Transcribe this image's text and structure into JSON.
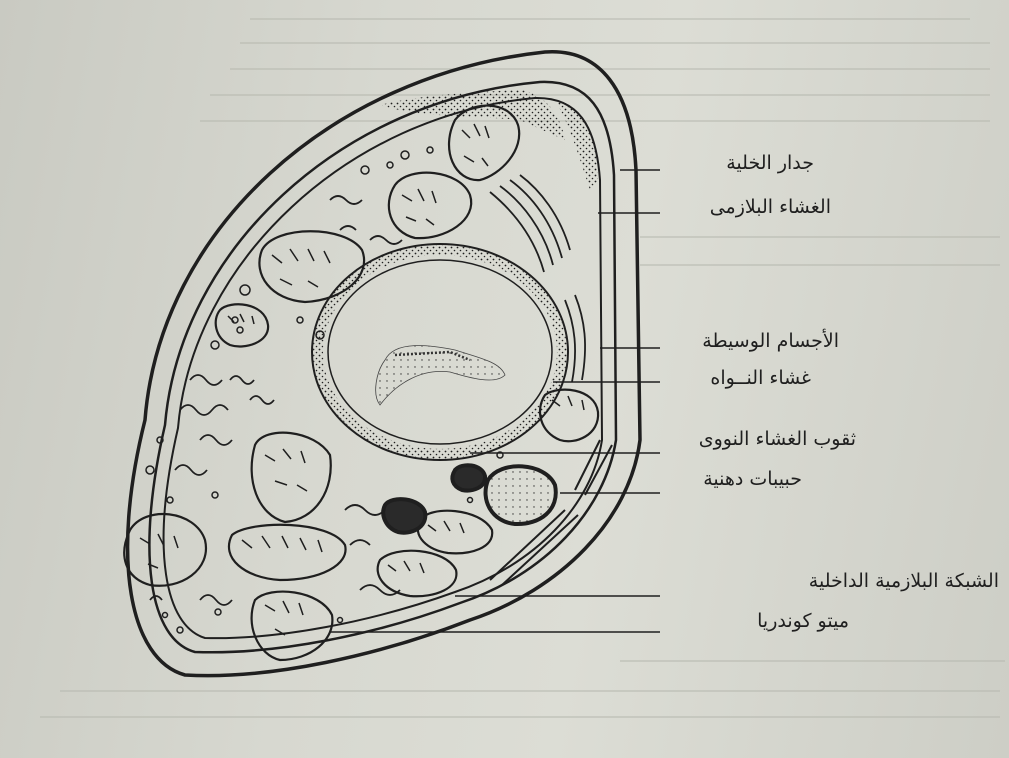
{
  "labels": {
    "cell_wall": "جدار الخلية",
    "plasma_membrane": "الغشاء البلازمى",
    "golgi_bodies": "الأجسام الوسيطة",
    "nuclear_membrane": "غشاء النــواه",
    "nuclear_pores": "ثقوب الغشاء النووى",
    "fat_globules": "حبيبات دهنية",
    "endoplasmic_reticulum": "الشبكة البلازمية الداخلية",
    "mitochondria": "ميتو كوندريا"
  },
  "colors": {
    "ink": "#1f1f1f",
    "paper": "#d7d8d0"
  }
}
